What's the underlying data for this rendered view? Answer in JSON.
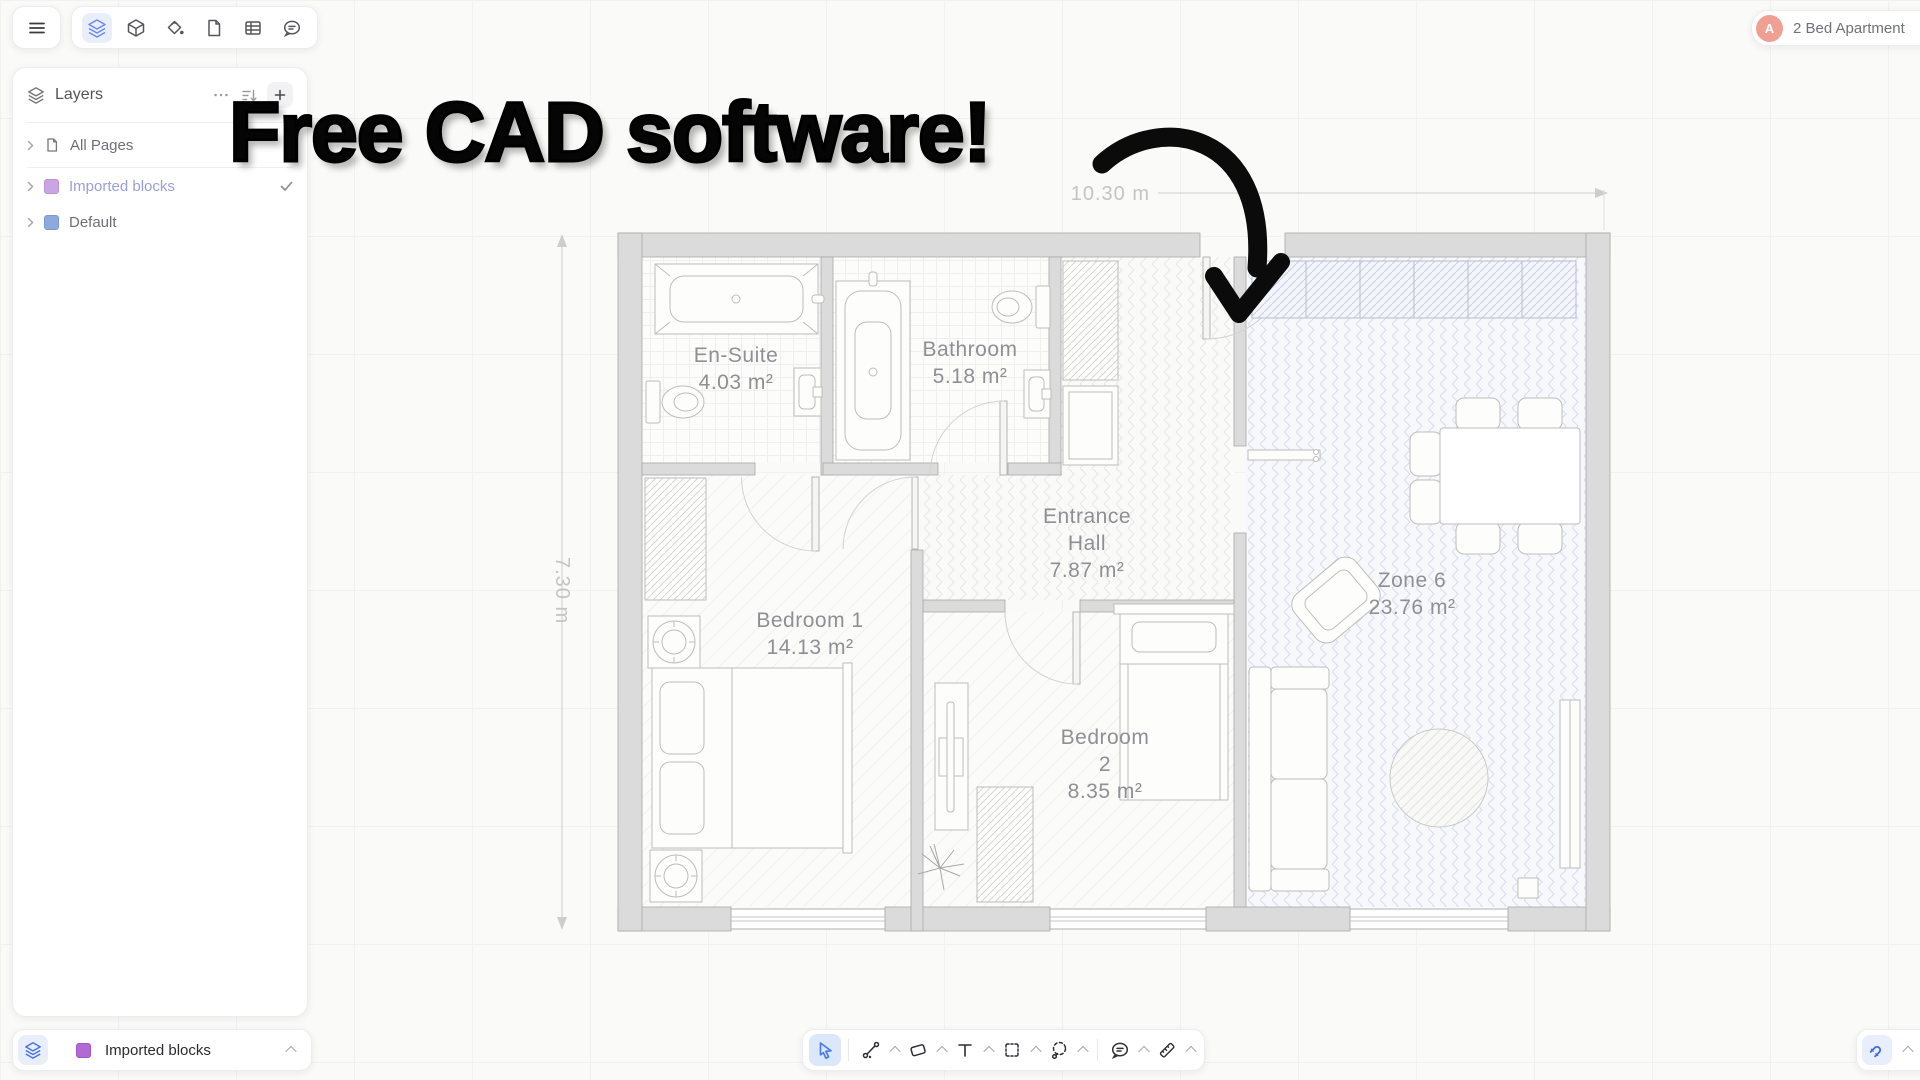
{
  "app": {
    "document_title": "2 Bed Apartment",
    "avatar_letter": "A"
  },
  "overlay": {
    "headline": "Free CAD software!"
  },
  "top_toolbar": {
    "icons": [
      "menu",
      "layers",
      "cube",
      "paint-bucket",
      "page",
      "table",
      "comment"
    ],
    "active": "layers"
  },
  "layers_panel": {
    "title": "Layers",
    "rows": [
      {
        "label": "All Pages",
        "icon": "page"
      },
      {
        "label": "Imported blocks",
        "swatch": "#C9A6E1",
        "selected": true
      },
      {
        "label": "Default",
        "swatch": "#8FA9DE",
        "selected": false
      }
    ]
  },
  "bottom_left_pill": {
    "label": "Imported blocks",
    "swatch": "#B169D3",
    "icon": "layers"
  },
  "bottom_toolbar": {
    "active": "select",
    "tools": [
      "select",
      "pen",
      "shape",
      "text",
      "frame",
      "lasso",
      "comment",
      "measure"
    ]
  },
  "bottom_right_pill": {
    "icon": "magnet"
  },
  "floor_plan": {
    "dimension_width": "10.30 m",
    "dimension_height": "7.30 m",
    "rooms": [
      {
        "name": "En-Suite",
        "lines": [
          "En-Suite"
        ],
        "area": "4.03 m²"
      },
      {
        "name": "Bathroom",
        "lines": [
          "Bathroom"
        ],
        "area": "5.18 m²"
      },
      {
        "name": "Entrance Hall",
        "lines": [
          "Entrance",
          "Hall"
        ],
        "area": "7.87 m²"
      },
      {
        "name": "Bedroom 1",
        "lines": [
          "Bedroom 1"
        ],
        "area": "14.13 m²"
      },
      {
        "name": "Bedroom 2",
        "lines": [
          "Bedroom",
          "2"
        ],
        "area": "8.35 m²"
      },
      {
        "name": "Zone 6",
        "lines": [
          "Zone 6"
        ],
        "area": "23.76 m²"
      }
    ]
  },
  "colors": {
    "accent_blue": "#4A7CF0",
    "accent_blue_bg": "#E9EEFB",
    "avatar_bg": "#EFA093",
    "purple_layer": "#C9A6E1",
    "purple_block": "#B169D3",
    "blue_layer": "#8FA9DE"
  }
}
